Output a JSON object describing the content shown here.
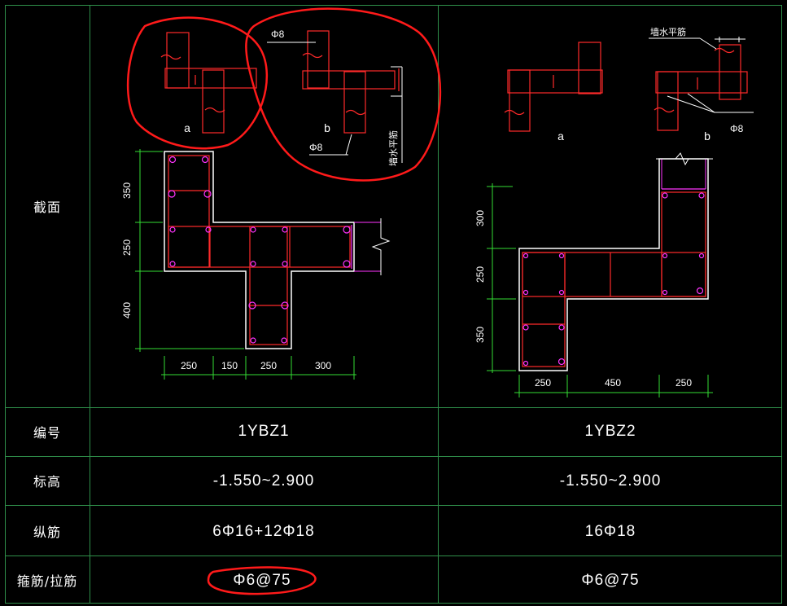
{
  "table": {
    "section_label": "截面",
    "rows": [
      {
        "label": "编号",
        "col1": "1YBZ1",
        "col2": "1YBZ2"
      },
      {
        "label": "标高",
        "col1": "-1.550~2.900",
        "col2": "-1.550~2.900"
      },
      {
        "label": "纵筋",
        "col1": "6Φ16+12Φ18",
        "col2": "16Φ18"
      },
      {
        "label": "箍筋/拉筋",
        "col1": "Φ6@75",
        "col2": "Φ6@75"
      }
    ]
  },
  "diagram1": {
    "dims_left": [
      "350",
      "250",
      "400"
    ],
    "dims_bottom": [
      "250",
      "150",
      "250",
      "300"
    ],
    "detail_a_label": "a",
    "detail_b_label": "b",
    "detail_b_top_note": "Φ8",
    "detail_b_bottom_note": "Φ8",
    "detail_b_side_note": "墙水平筋"
  },
  "diagram2": {
    "dims_left": [
      "300",
      "250",
      "350"
    ],
    "dims_bottom": [
      "250",
      "450",
      "250"
    ],
    "detail_a_label": "a",
    "detail_b_label": "b",
    "detail_b_top_note": "墙水平筋",
    "detail_b_note": "Φ8"
  },
  "colors": {
    "background": "#000000",
    "grid": "#2f8f4a",
    "outline": "#ffffff",
    "rebar": "#ff2a2a",
    "tie": "#ff33ff",
    "dimension": "#33dd33",
    "highlight": "#ff1a1a"
  }
}
